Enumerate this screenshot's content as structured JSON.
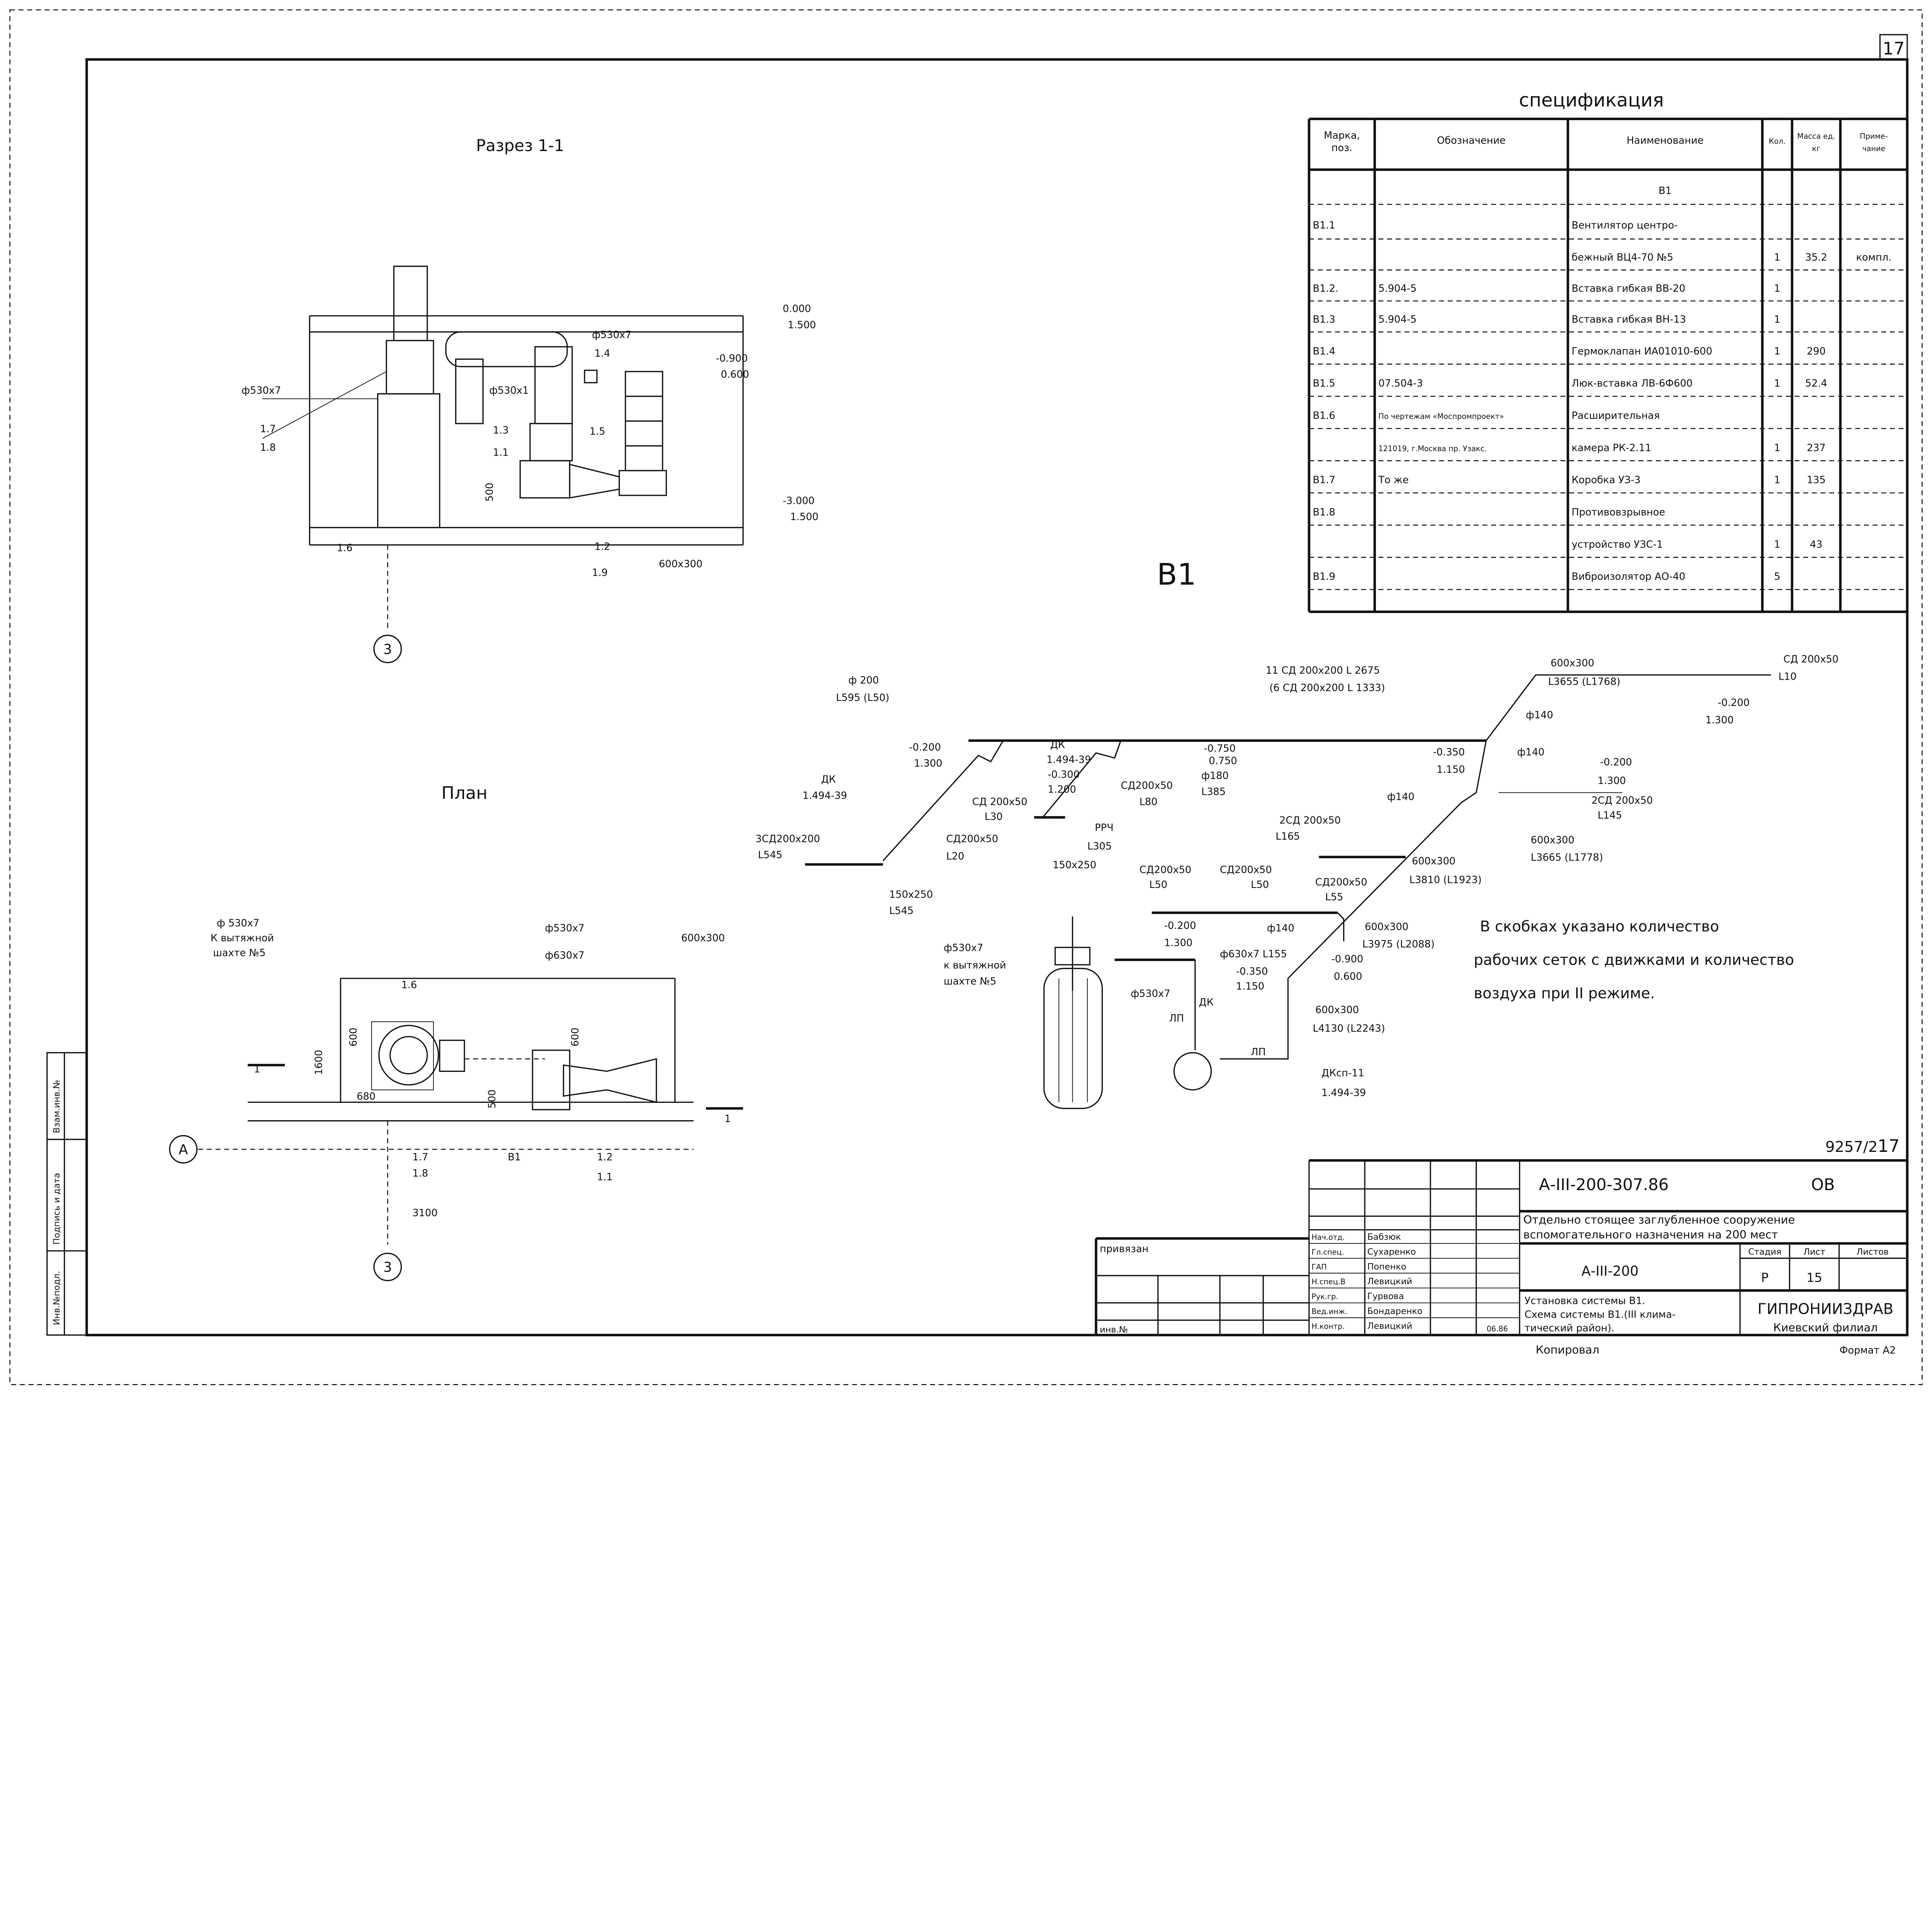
{
  "sheet": {
    "corner_number": "17",
    "doc_number": "9257/2",
    "sheet_number": "17",
    "copied_label": "Копировал",
    "format_label": "Формат А2"
  },
  "left_strip": {
    "inv_podl": "Инв.№подл.",
    "signature_date": "Подпись и дата",
    "replace_inv": "Взам.инв.№"
  },
  "section": {
    "title": "Разрез 1-1",
    "labels": [
      "0.000",
      "1.500",
      "-0.900",
      "0.600",
      "-3.000",
      "1.500",
      "ф530x7",
      "1.7",
      "1.8",
      "ф530x7",
      "1.4",
      "ф530x1",
      "1.3",
      "1.1",
      "1.5",
      "1.6",
      "1.2",
      "1.9",
      "600x300",
      "500"
    ],
    "axis_marker": "3"
  },
  "plan": {
    "title": "План",
    "labels": [
      "ф 530x7",
      "К вытяжной",
      "шахте №5",
      "ф530x7",
      "ф630x7",
      "600x300",
      "1.6",
      "600",
      "600",
      "1600",
      "680",
      "500",
      "1.7",
      "1.8",
      "В1",
      "1.2",
      "1.1",
      "3100",
      "1",
      "1"
    ],
    "axis_a": "А",
    "axis_3": "3"
  },
  "specification": {
    "title": "спецификация",
    "headers": [
      "Марка, поз.",
      "Обозначение",
      "Наименование",
      "Кол.",
      "Масса ед. кг",
      "Приме- чание"
    ],
    "rows": [
      [
        "",
        "",
        "В1",
        "",
        "",
        ""
      ],
      [
        "В1.1",
        "",
        "Вентилятор центро-",
        "",
        "",
        ""
      ],
      [
        "",
        "",
        "бежный ВЦ4-70 №5",
        "1",
        "35.2",
        "компл."
      ],
      [
        "В1.2.",
        "5.904-5",
        "Вставка гибкая ВВ-20",
        "1",
        "",
        ""
      ],
      [
        "В1.3",
        "5.904-5",
        "Вставка гибкая ВН-13",
        "1",
        "",
        ""
      ],
      [
        "В1.4",
        "",
        "Гермоклапан ИА01010-600",
        "1",
        "290",
        ""
      ],
      [
        "В1.5",
        "07.504-3",
        "Люк-вставка ЛВ-6Ф600",
        "1",
        "52.4",
        ""
      ],
      [
        "В1.6",
        "По чертежам «Моспромпроект»",
        "Расширительная",
        "",
        "",
        ""
      ],
      [
        "",
        "121019, г.Москва пр. Узакс.",
        "камера РК-2.11",
        "1",
        "237",
        ""
      ],
      [
        "В1.7",
        "То же",
        "Коробка УЗ-3",
        "1",
        "135",
        ""
      ],
      [
        "В1.8",
        "",
        "Противовзрывное",
        "",
        "",
        ""
      ],
      [
        "",
        "",
        "устройство УЗС-1",
        "1",
        "43",
        ""
      ],
      [
        "В1.9",
        "",
        "Виброизолятор АО-40",
        "5",
        "",
        ""
      ],
      [
        "",
        "",
        "",
        "",
        "",
        ""
      ]
    ]
  },
  "schematic": {
    "title": "В1",
    "labels": [
      "ф 200",
      "L595 (L50)",
      "11 СД 200x200 L 2675",
      "(6 СД 200x200 L 1333)",
      "600x300",
      "L3655 (L1768)",
      "СД 200x50",
      "L10",
      "-0.200",
      "1.300",
      "ф140",
      "-0.200",
      "1.300",
      "ДК",
      "1.494-39",
      "-0.750",
      "0.750",
      "ф180",
      "L385",
      "-0.350",
      "1.150",
      "ф140",
      "-0.200",
      "1.300",
      "2СД 200x50",
      "L145",
      "ДК",
      "1.494-39",
      "-0.300",
      "1.200",
      "СД 200x50",
      "L30",
      "СД200x50",
      "L80",
      "ф140",
      "2СД 200x50",
      "L165",
      "РРЧ",
      "L305",
      "3СД200x200",
      "L545",
      "СД200x50",
      "L20",
      "600x300",
      "L3665 (L1778)",
      "600x300",
      "L3810 (L1923)",
      "150x250",
      "150x250",
      "L545",
      "СД200x50",
      "L50",
      "СД200x50",
      "L50",
      "СД200x50",
      "L55",
      "-0.200",
      "1.300",
      "ф140",
      "ф630x7 L155",
      "600x300",
      "L3975 (L2088)",
      "-0.350",
      "1.150",
      "-0.900",
      "0.600",
      "ф530x7",
      "к вытяжной",
      "шахте №5",
      "ф530x7",
      "600x300",
      "L4130 (L2243)",
      "ЛП",
      "ЛП",
      "ДКсп-11",
      "1.494-39",
      "ДК"
    ],
    "note": [
      "В скобках указано количество",
      "рабочих сеток с движками и количество",
      "воздуха при II режиме."
    ]
  },
  "title_block": {
    "code": "А-III-200-307.86",
    "mark": "ОВ",
    "object_line1": "Отдельно стоящее заглубленное сооружение",
    "object_line2": "вспомогательного назначения на 200 мест",
    "project": "А-III-200",
    "stage_header": "Стадия",
    "sheet_header": "Лист",
    "sheets_header": "Листов",
    "stage": "Р",
    "sheet": "15",
    "sheets": "",
    "drawing_line1": "Установка системы В1.",
    "drawing_line2": "Схема системы В1.(III клима-",
    "drawing_line3": "тический район).",
    "org": "ГИПРОНИИЗДРАВ",
    "org_branch": "Киевский филиал",
    "bound_label": "привязан",
    "inv_label": "инв.№",
    "staff": [
      {
        "role": "Нач.отд.",
        "name": "Бабзюк"
      },
      {
        "role": "Гл.спец.",
        "name": "Сухаренко"
      },
      {
        "role": "ГАП",
        "name": "Попенко"
      },
      {
        "role": "Н.спец.В",
        "name": "Левицкий"
      },
      {
        "role": "Рук.гр.",
        "name": "Гурвова"
      },
      {
        "role": "Вед.инж.",
        "name": "Бондаренко"
      },
      {
        "role": "Н.контр.",
        "name": "Левицкий"
      }
    ],
    "date": "06.86"
  }
}
